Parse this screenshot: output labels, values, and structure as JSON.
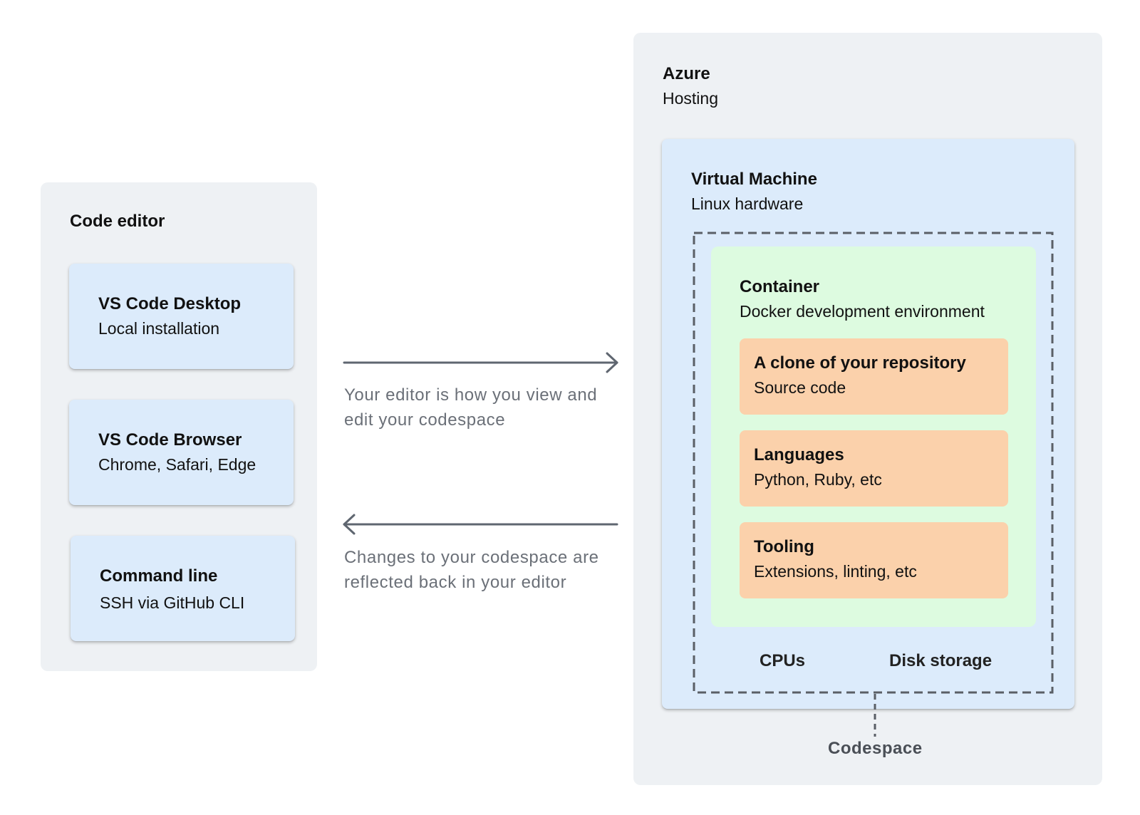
{
  "code_editor": {
    "title": "Code editor",
    "items": [
      {
        "title": "VS Code Desktop",
        "subtitle": "Local installation"
      },
      {
        "title": "VS Code Browser",
        "subtitle": "Chrome, Safari, Edge"
      },
      {
        "title": "Command line",
        "subtitle": "SSH via GitHub CLI"
      }
    ]
  },
  "arrows": {
    "to_codespace": "Your editor is how you view and\nedit your codespace",
    "to_editor": "Changes to your codespace are\nreflected back in your editor",
    "color": "#5f6670"
  },
  "azure": {
    "title": "Azure",
    "subtitle": "Hosting",
    "vm": {
      "title": "Virtual Machine",
      "subtitle": "Linux hardware",
      "container": {
        "title": "Container",
        "subtitle": "Docker development environment",
        "items": [
          {
            "title": "A clone of your repository",
            "subtitle": "Source code"
          },
          {
            "title": "Languages",
            "subtitle": "Python, Ruby, etc"
          },
          {
            "title": "Tooling",
            "subtitle": "Extensions, linting, etc"
          }
        ]
      },
      "resources": [
        "CPUs",
        "Disk storage"
      ]
    },
    "codespace_label": "Codespace"
  },
  "colors": {
    "panel": "#eef1f4",
    "card": "#dcebfb",
    "container": "#ddfbe0",
    "item": "#fbd1ab",
    "dashed_border": "#5a5f66"
  }
}
